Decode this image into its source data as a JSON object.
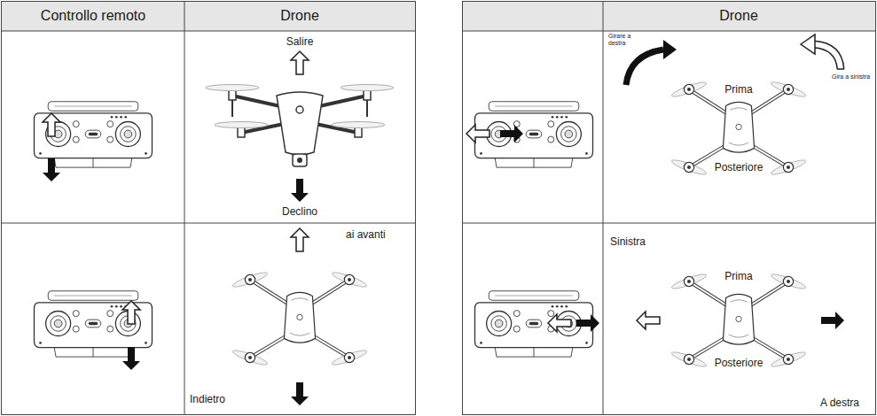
{
  "diagram": {
    "labels": [
      "Controllo remoto",
      "Drone",
      "Salire",
      "Declino",
      "ai avanti",
      "Indietro",
      "Drone",
      "Girare a destra",
      "Gira a sinistra",
      "Prima",
      "Posteriore",
      "Sinistra",
      "Prima",
      "Posteriore",
      "A destra"
    ]
  }
}
